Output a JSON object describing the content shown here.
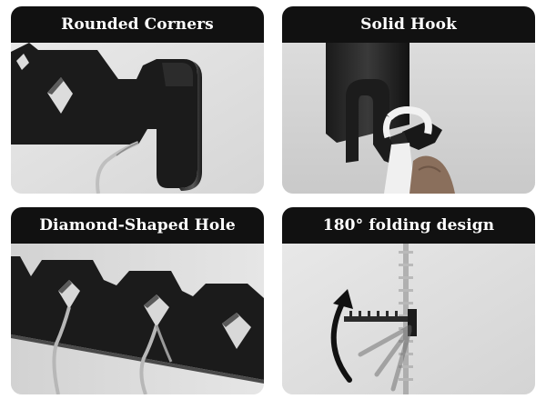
{
  "panels": [
    {
      "title": "Rounded Corners"
    },
    {
      "title": "Solid Hook"
    },
    {
      "title": "Diamond-Shaped Hole"
    },
    {
      "title": "180° folding design"
    }
  ],
  "colors": {
    "header_background": "#111111",
    "header_text": "#ffffff",
    "product_black": "#1b1b1b",
    "photo_background": "#e3e3e3"
  },
  "icons": {
    "panel_1": "rounded-corners-closeup-image",
    "panel_2": "solid-hook-closeup-image",
    "panel_3": "diamond-hole-rack-image",
    "panel_4": "folding-rotation-image",
    "rotation_arrow": "curved-arrow-icon"
  }
}
